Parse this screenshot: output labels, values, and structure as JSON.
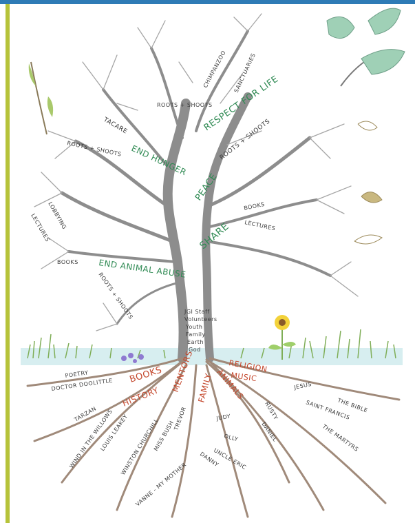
{
  "colors": {
    "top_bar": "#2e7bb6",
    "side_bar": "#b6c33a",
    "branch_label": "#3a3a3a",
    "goal_label": "#2f8a53",
    "root_category": "#c4482d",
    "root_name": "#3a3a3a",
    "grass": "#7fae57",
    "sky_ground": "#b7dce2",
    "tree": "#8d8d8d"
  },
  "branches": {
    "goals": [
      "RESPECT FOR LIFE",
      "END HUNGER",
      "PEACE",
      "SHARE",
      "END ANIMAL ABUSE"
    ],
    "roots_and_shoots_1": "ROOTS + SHOOTS",
    "roots_and_shoots_2": "ROOTS + SHOOTS",
    "roots_and_shoots_3": "ROOTS + SHOOTS",
    "roots_and_shoots_4": "ROOTS + SHOOTS",
    "chimpanzoo": "CHIMPANZOO",
    "sanctuaries": "SANCTUARIES",
    "tacare": "TACARE",
    "books_upper": "BOOKS",
    "lectures_right": "LECTURES",
    "lectures_left": "LECTURES",
    "lobbying": "LOBBYING",
    "books_left": "BOOKS"
  },
  "trunk": {
    "lines": [
      "JGI Staff",
      "Volunteers",
      "Youth",
      "Family",
      "Earth",
      "God"
    ]
  },
  "roots": {
    "categories": {
      "books": "BOOKS",
      "history": "HISTORY",
      "mentors": "MENTORS",
      "family": "FAMILY",
      "animals": "ANIMALS",
      "music": "MUSIC",
      "religion": "RELIGION"
    },
    "names": {
      "poetry": "POETRY",
      "doctor_doolittle": "DOCTOR DOOLITTLE",
      "tarzan": "TARZAN",
      "wind_willows": "WIND IN THE WILLOWS",
      "louis_leakey": "LOUIS LEAKEY",
      "winston": "WINSTON CHURCHILL",
      "miss_bush": "MISS BUSH",
      "trevor": "TREVOR",
      "vanne": "VANNE - MY MOTHER",
      "judy": "JUDY",
      "olly": "OLLY",
      "uncle_eric": "UNCLE ERIC",
      "danny": "DANNY",
      "rusty": "RUSTY",
      "daniel": "DANIEL",
      "jesus": "JESUS",
      "saint_francis": "SAINT FRANCIS",
      "the_bible": "THE BIBLE",
      "the_martyrs": "THE MARTYRS"
    }
  }
}
